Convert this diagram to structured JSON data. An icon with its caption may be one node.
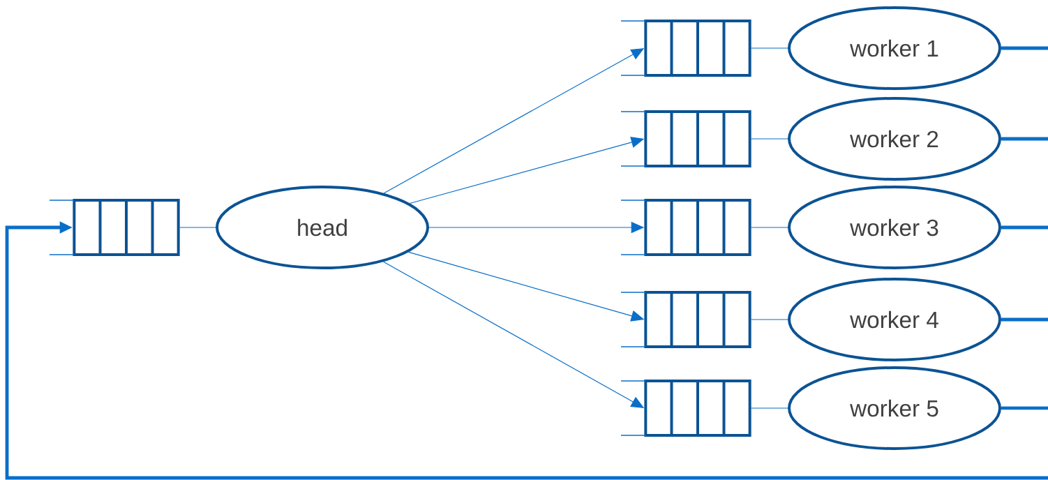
{
  "diagram": {
    "nodes": [
      {
        "text": [],
        "shape": "queue"
      },
      {
        "text": [
          "head"
        ]
      },
      {
        "text": [],
        "shape": "queue"
      },
      {
        "text": [],
        "shape": "queue"
      },
      {
        "text": [],
        "shape": "queue"
      },
      {
        "text": [],
        "shape": "queue"
      },
      {
        "text": [],
        "shape": "queue"
      },
      {
        "text": [
          "worker 1"
        ]
      },
      {
        "text": [
          "worker 2"
        ]
      },
      {
        "text": [
          "worker 3"
        ]
      },
      {
        "text": [
          "worker 4"
        ]
      },
      {
        "text": [
          "worker 5"
        ]
      }
    ],
    "edges": [
      {
        "from": 0,
        "to": 1,
        "arrow": "none"
      },
      {
        "from": 1,
        "to": 2,
        "arrow": "to"
      },
      {
        "from": 1,
        "to": 3,
        "arrow": "to"
      },
      {
        "from": 1,
        "to": 4,
        "arrow": "to"
      },
      {
        "from": 1,
        "to": 5,
        "arrow": "to"
      },
      {
        "from": 1,
        "to": 6,
        "arrow": "to"
      },
      {
        "from": 2,
        "to": 7,
        "arrow": "none"
      },
      {
        "from": 3,
        "to": 8,
        "arrow": "none"
      },
      {
        "from": 4,
        "to": 9,
        "arrow": "none"
      },
      {
        "from": 5,
        "to": 10,
        "arrow": "none"
      },
      {
        "from": 6,
        "to": 11,
        "arrow": "none"
      },
      {
        "from": 7,
        "to": null,
        "arrow": "none",
        "style": "thick"
      },
      {
        "from": 8,
        "to": null,
        "arrow": "none",
        "style": "thick"
      },
      {
        "from": 9,
        "to": null,
        "arrow": "none",
        "style": "thick"
      },
      {
        "from": 10,
        "to": null,
        "arrow": "none",
        "style": "thick"
      },
      {
        "from": 11,
        "to": null,
        "arrow": "none",
        "style": "thick"
      },
      {
        "from": null,
        "to": 0,
        "arrow": "to",
        "style": "thick"
      }
    ]
  }
}
